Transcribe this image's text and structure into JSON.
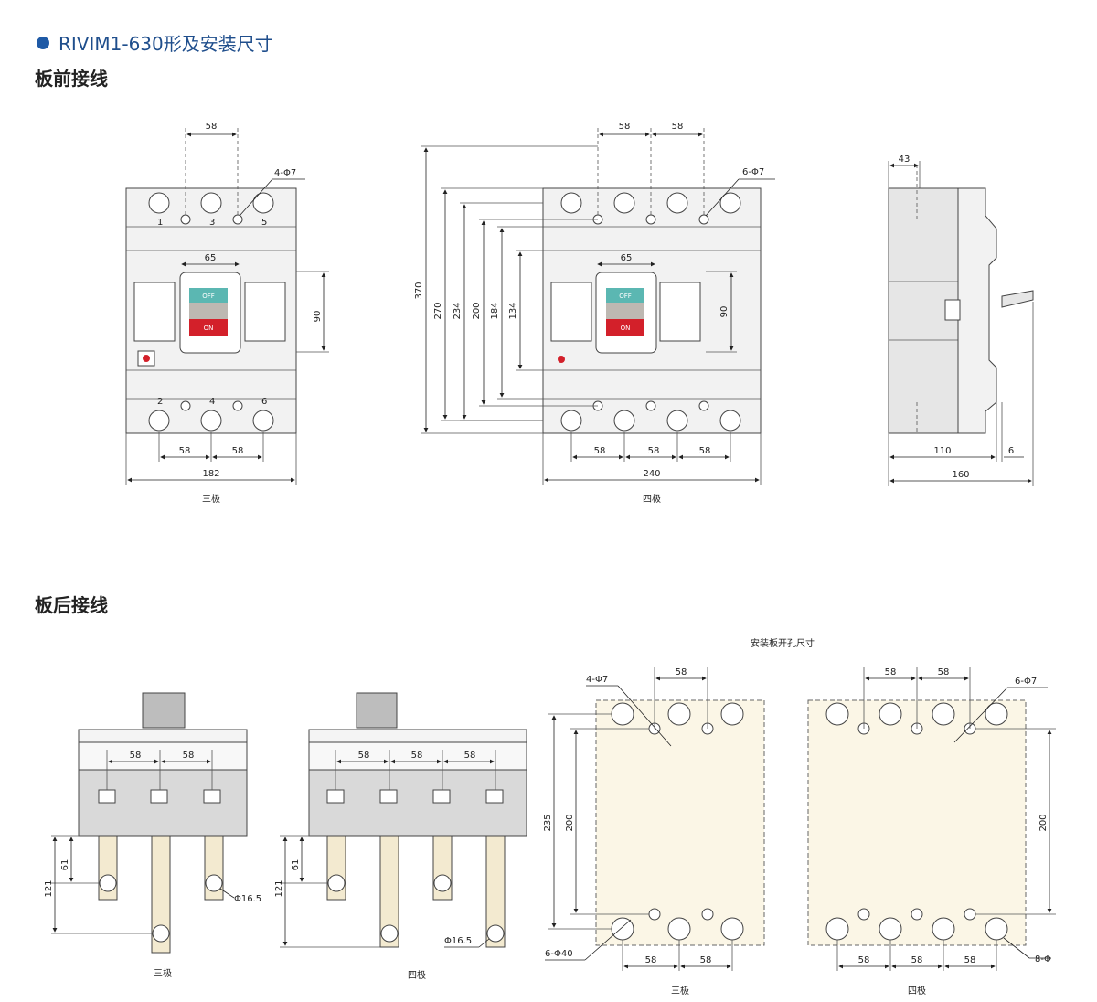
{
  "title": "RIVIM1-630形及安装尺寸",
  "sections": {
    "front": "板前接线",
    "rear": "板后接线"
  },
  "switch": {
    "off": "OFF",
    "on": "ON"
  },
  "front3": {
    "caption": "三极",
    "dim_top": "58",
    "holes": "4-Φ7",
    "dim_handle": "65",
    "dim_90": "90",
    "dim_bottom_a": "58",
    "dim_bottom_b": "58",
    "dim_width": "182",
    "terminals_top": [
      "1",
      "3",
      "5"
    ],
    "terminals_bottom": [
      "2",
      "4",
      "6"
    ]
  },
  "front4": {
    "caption": "四极",
    "dim_top_a": "58",
    "dim_top_b": "58",
    "holes": "6-Φ7",
    "dim_handle": "65",
    "dim_90": "90",
    "heights": [
      "370",
      "270",
      "234",
      "200",
      "184",
      "134"
    ],
    "dim_bottom": [
      "58",
      "58",
      "58"
    ],
    "dim_width": "240"
  },
  "side": {
    "dim_43": "43",
    "dim_110": "110",
    "dim_6": "6",
    "dim_160": "160"
  },
  "rear3": {
    "caption": "三极",
    "dims": [
      "58",
      "58"
    ],
    "h121": "121",
    "h61": "61",
    "phi": "Φ16.5"
  },
  "rear4": {
    "caption": "四极",
    "dims": [
      "58",
      "58",
      "58"
    ],
    "h121": "121",
    "h61": "61",
    "phi": "Φ16.5"
  },
  "cutout": {
    "title": "安装板开孔尺寸",
    "p3": {
      "caption": "三极",
      "holes_top": "4-Φ7",
      "dim_top": "58",
      "h235": "235",
      "h200": "200",
      "holes_big": "6-Φ40",
      "dim_bottom": [
        "58",
        "58"
      ]
    },
    "p4": {
      "caption": "四极",
      "dim_top": [
        "58",
        "58"
      ],
      "holes_top": "6-Φ7",
      "h200": "200",
      "holes_big": "8-Φ",
      "dim_bottom": [
        "58",
        "58",
        "58"
      ]
    }
  }
}
